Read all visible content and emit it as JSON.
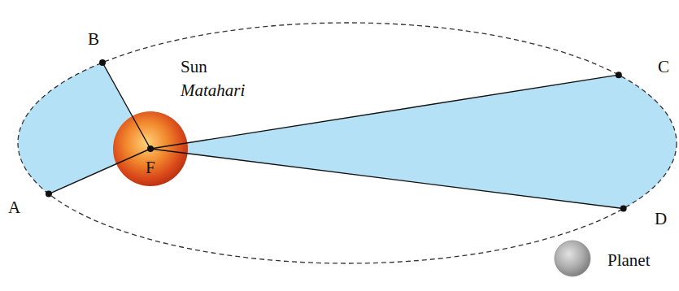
{
  "diagram": {
    "labels": [
      "B",
      "Sun",
      "Matahari",
      "F",
      "A",
      "C",
      "D",
      "Planet"
    ]
  }
}
